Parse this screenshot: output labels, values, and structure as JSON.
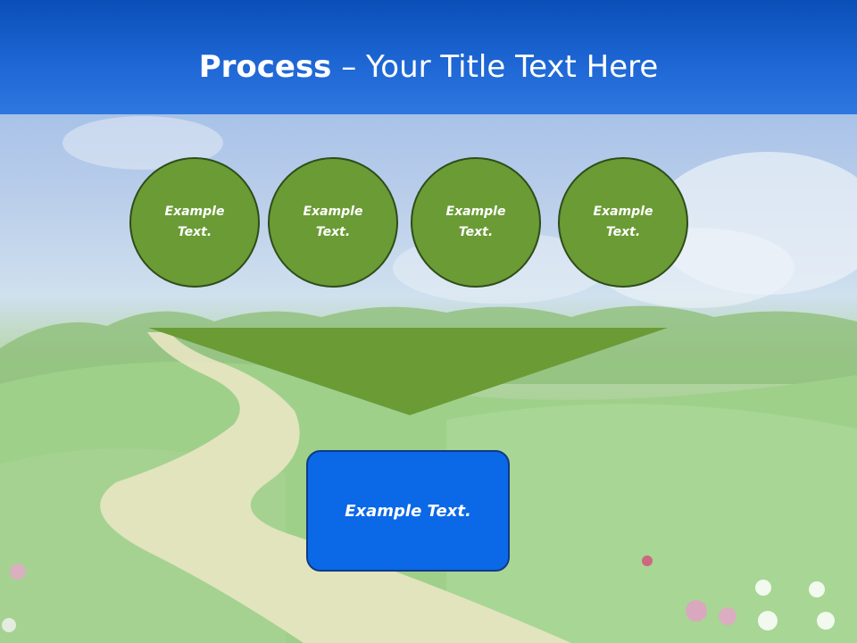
{
  "slide": {
    "title_bold": "Process",
    "title_rest": " – Your Title Text Here",
    "circles": [
      {
        "line1": "Example",
        "line2": "Text."
      },
      {
        "line1": "Example",
        "line2": "Text."
      },
      {
        "line1": "Example",
        "line2": "Text."
      },
      {
        "line1": "Example",
        "line2": "Text."
      }
    ],
    "result_box": "Example Text."
  },
  "colors": {
    "header_blue": "#1f68d6",
    "circle_green": "#6a9b35",
    "circle_border": "#2e4d1a",
    "funnel_green": "#6a9b35",
    "box_blue": "#0b68e6",
    "box_border": "#103a86"
  }
}
